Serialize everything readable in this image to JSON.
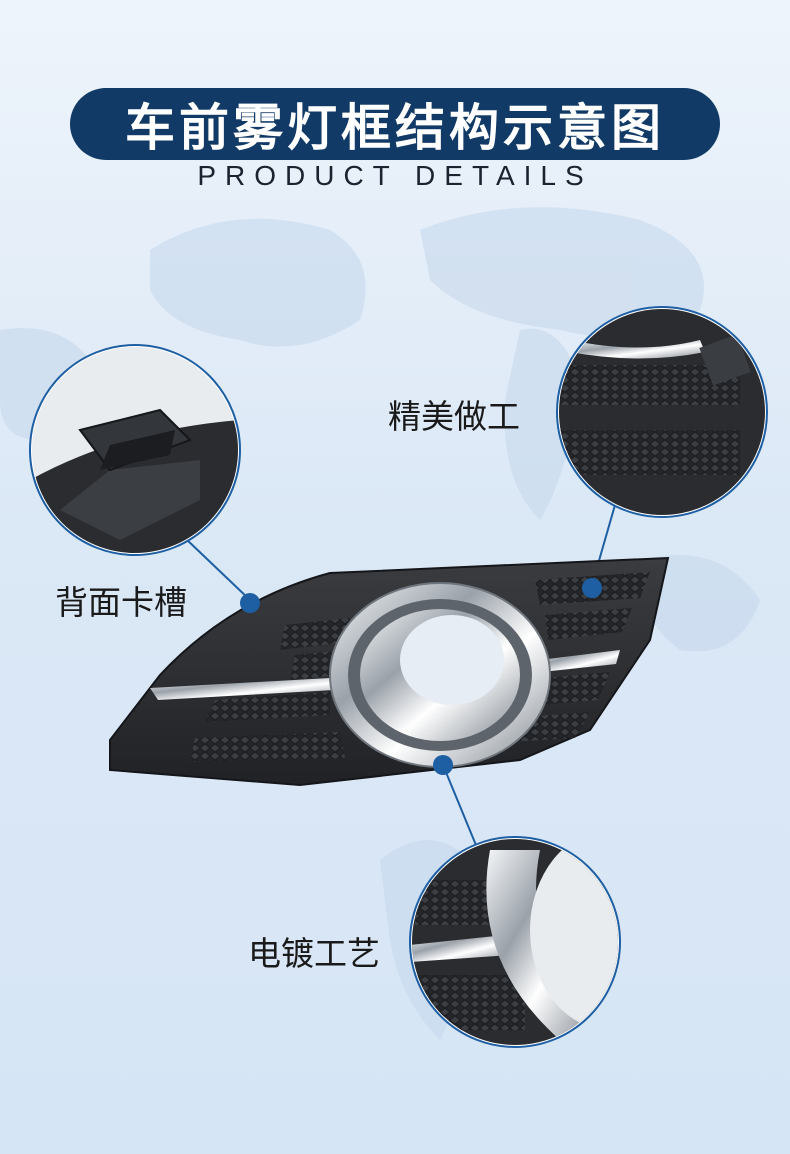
{
  "header": {
    "title": "车前雾灯框结构示意图",
    "subtitle": "PRODUCT DETAILS"
  },
  "callouts": [
    {
      "label": "背面卡槽"
    },
    {
      "label": "精美做工"
    },
    {
      "label": "电镀工艺"
    }
  ],
  "colors": {
    "title_pill": "#123a66",
    "marker_dot": "#1e5fa3",
    "background": "#dbe8f6",
    "part_body": "#2b2d30",
    "chrome": "#c9ced4"
  },
  "icons": {
    "product": "fog-lamp-bezel-image",
    "detail_1": "back-clip-closeup-image",
    "detail_2": "mesh-grille-closeup-image",
    "detail_3": "chrome-ring-closeup-image"
  }
}
